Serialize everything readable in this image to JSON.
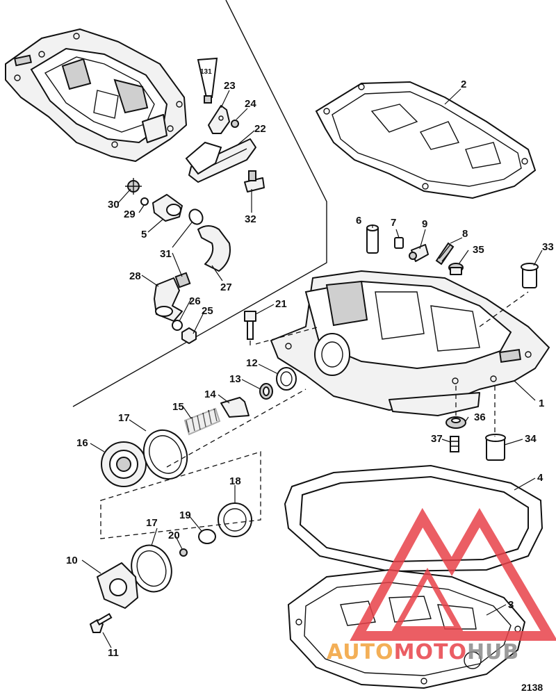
{
  "callouts": [
    {
      "label": "1"
    },
    {
      "label": "2"
    },
    {
      "label": "3"
    },
    {
      "label": "4"
    },
    {
      "label": "5"
    },
    {
      "label": "6"
    },
    {
      "label": "7"
    },
    {
      "label": "8"
    },
    {
      "label": "9"
    },
    {
      "label": "10"
    },
    {
      "label": "11"
    },
    {
      "label": "12"
    },
    {
      "label": "13"
    },
    {
      "label": "14"
    },
    {
      "label": "15"
    },
    {
      "label": "16"
    },
    {
      "label": "17"
    },
    {
      "label": "17"
    },
    {
      "label": "18"
    },
    {
      "label": "19"
    },
    {
      "label": "20"
    },
    {
      "label": "21"
    },
    {
      "label": "22"
    },
    {
      "label": "23"
    },
    {
      "label": "24"
    },
    {
      "label": "25"
    },
    {
      "label": "26"
    },
    {
      "label": "27"
    },
    {
      "label": "28"
    },
    {
      "label": "29"
    },
    {
      "label": "30"
    },
    {
      "label": "31"
    },
    {
      "label": "31"
    },
    {
      "label": "32"
    },
    {
      "label": "33"
    },
    {
      "label": "34"
    },
    {
      "label": "35"
    },
    {
      "label": "36"
    },
    {
      "label": "37"
    }
  ],
  "sealant_tube_label": "131",
  "figure_number": "2138",
  "watermark": {
    "text_a": "AUTO",
    "text_b": "MOTO",
    "text_c": "HUB",
    "color_red": "#e8424a",
    "color_orange": "#f2a23a",
    "color_grey": "#8a8a8a"
  }
}
